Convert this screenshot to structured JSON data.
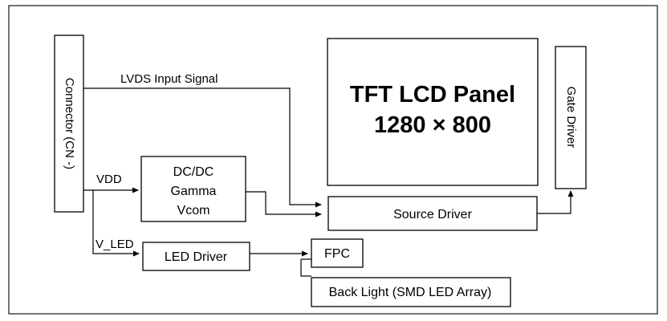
{
  "diagram": {
    "connector_label": "Connector (CN -)",
    "lvds_label": "LVDS Input Signal",
    "vdd_label": "VDD",
    "vled_label": "V_LED",
    "dcdc_lines": [
      "DC/DC",
      "Gamma",
      "Vcom"
    ],
    "panel_title_line1": "TFT LCD Panel",
    "panel_title_line2": "1280 × 800",
    "gate_driver_label": "Gate Driver",
    "source_driver_label": "Source Driver",
    "led_driver_label": "LED Driver",
    "fpc_label": "FPC",
    "backlight_label": "Back Light (SMD LED Array)"
  }
}
